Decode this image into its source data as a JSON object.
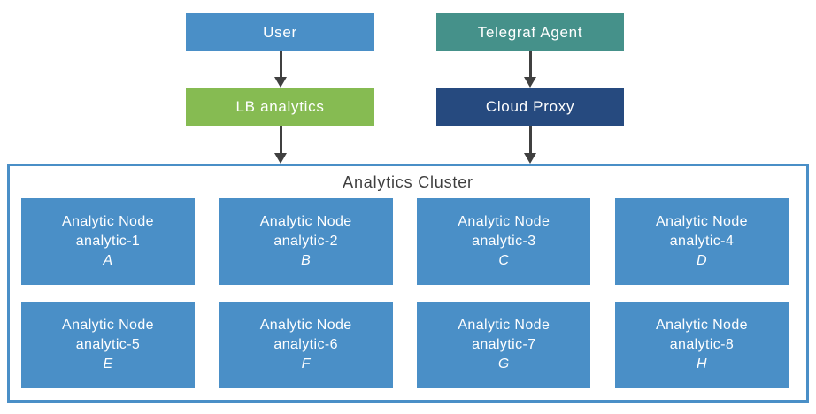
{
  "diagram": {
    "top_row": [
      {
        "label": "User"
      },
      {
        "label": "Telegraf Agent"
      }
    ],
    "mid_row": [
      {
        "label": "LB analytics"
      },
      {
        "label": "Cloud Proxy"
      }
    ],
    "cluster": {
      "title": "Analytics Cluster",
      "nodes": [
        {
          "line1": "Analytic Node",
          "line2": "analytic-1",
          "line3": "A"
        },
        {
          "line1": "Analytic Node",
          "line2": "analytic-2",
          "line3": "B"
        },
        {
          "line1": "Analytic Node",
          "line2": "analytic-3",
          "line3": "C"
        },
        {
          "line1": "Analytic Node",
          "line2": "analytic-4",
          "line3": "D"
        },
        {
          "line1": "Analytic Node",
          "line2": "analytic-5",
          "line3": "E"
        },
        {
          "line1": "Analytic Node",
          "line2": "analytic-6",
          "line3": "F"
        },
        {
          "line1": "Analytic Node",
          "line2": "analytic-7",
          "line3": "G"
        },
        {
          "line1": "Analytic Node",
          "line2": "analytic-8",
          "line3": "H"
        }
      ]
    },
    "colors": {
      "node_blue": "#4A8FC7",
      "teal": "#45918A",
      "green": "#86BB52",
      "navy": "#264A7F",
      "arrow_gray": "#404040",
      "cluster_border": "#4A8FC7",
      "title_text": "#3E3E3E",
      "box_text": "#FFFFFF"
    }
  }
}
